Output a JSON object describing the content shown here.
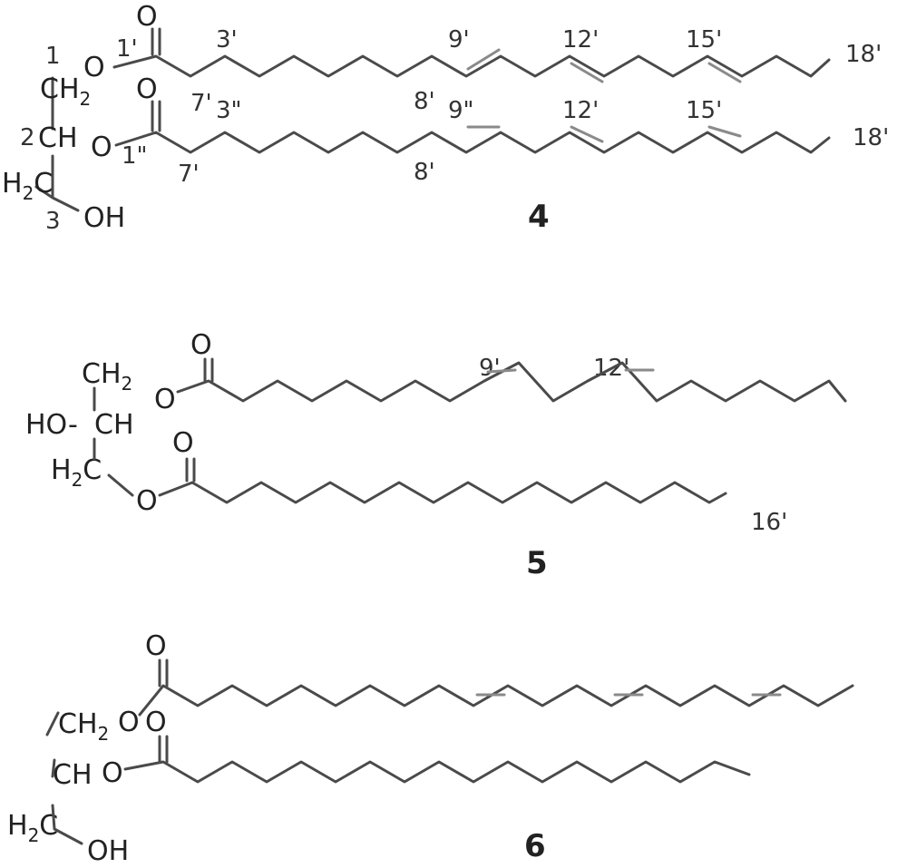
{
  "compounds": [
    {
      "number": "4",
      "atoms": {
        "ch2_top": "CH",
        "ch_mid": "CH",
        "ch2_bot": "H",
        "c_bot": "C",
        "oh": "OH",
        "sub2": "2",
        "o_ester1": "O",
        "o_ester2": "O",
        "o_carb1": "O",
        "o_carb2": "O"
      },
      "positions": {
        "g1": "1",
        "g2": "2",
        "g3": "3",
        "c1p": "1'",
        "c3p": "3'",
        "c7p": "7'",
        "c8p": "8'",
        "c9p": "9'",
        "c12p": "12'",
        "c15p": "15'",
        "c18p": "18'",
        "c1pp": "1\"",
        "c3pp": "3\"",
        "c7pp": "7'",
        "c8pp": "8'",
        "c9pp": "9\"",
        "c12pp": "12'",
        "c15pp": "15'",
        "c18pp": "18'"
      }
    },
    {
      "number": "5",
      "atoms": {
        "ch2_top": "CH",
        "sub2": "2",
        "ch_mid": "CH",
        "ho": "HO-",
        "ch2_bot": "H",
        "c_bot": "C",
        "o_ester1": "O",
        "o_ester2": "O",
        "o_carb1": "O",
        "o_carb2": "O"
      },
      "positions": {
        "c9p": "9'",
        "c12p": "12'",
        "c16p": "16'"
      }
    },
    {
      "number": "6",
      "atoms": {
        "ch2_top": "CH",
        "ch_mid": "CH",
        "ch2_bot": "H",
        "c_bot": "C",
        "oh": "OH",
        "sub2": "2",
        "o_ester1": "O",
        "o_ester2": "O",
        "o_carb1": "O",
        "o_carb2": "O"
      },
      "positions": {}
    }
  ]
}
